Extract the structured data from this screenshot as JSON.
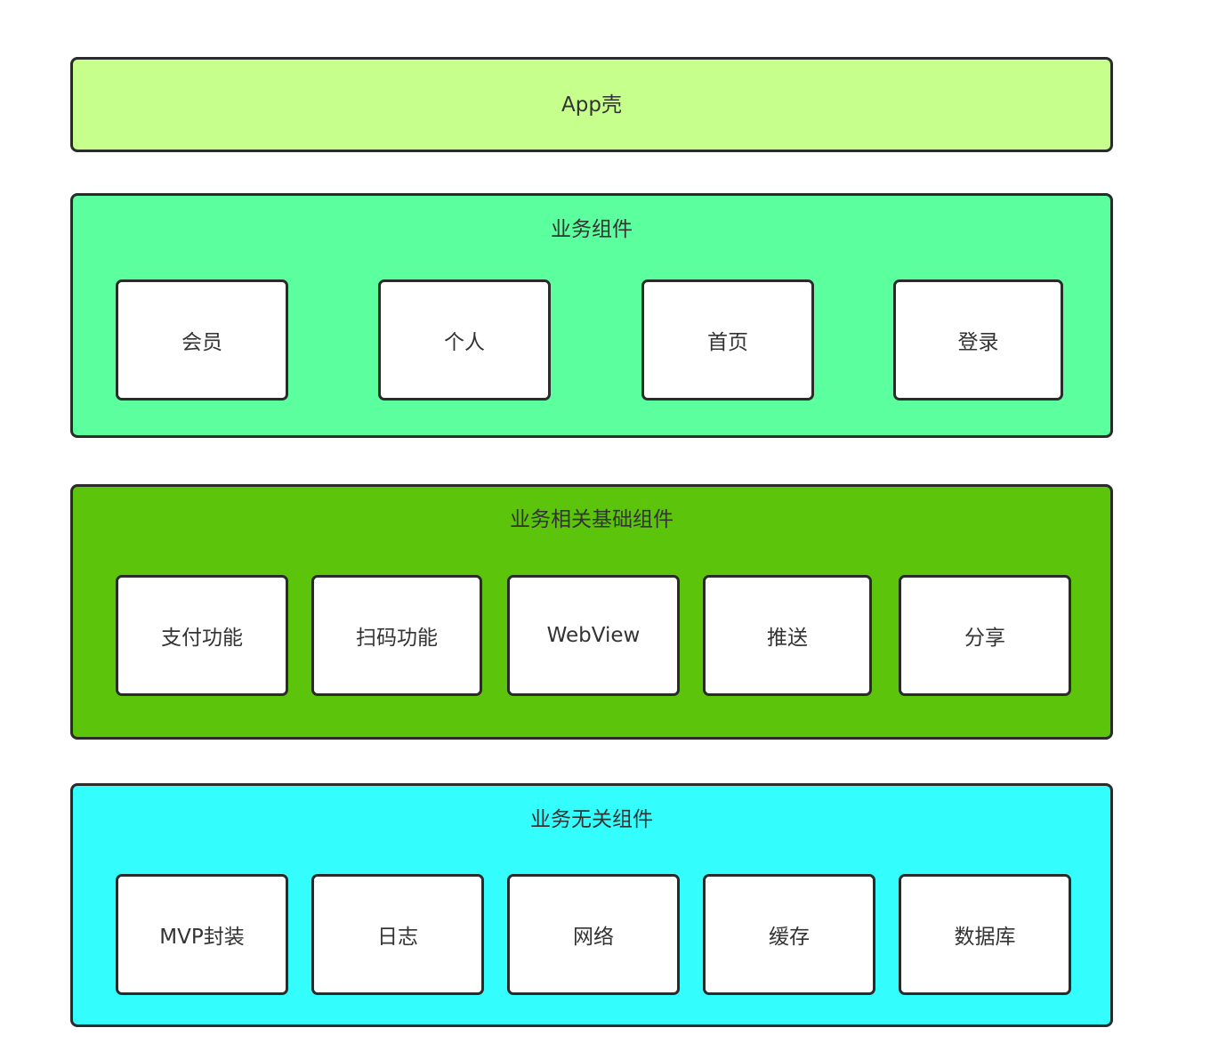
{
  "layers": {
    "app": {
      "title": "App壳",
      "color": "#c6ff8c"
    },
    "business": {
      "title": "业务组件",
      "color": "#5cff9e",
      "items": [
        "会员",
        "个人",
        "首页",
        "登录"
      ]
    },
    "biz_base": {
      "title": "业务相关基础组件",
      "color": "#5cc40a",
      "items": [
        "支付功能",
        "扫码功能",
        "WebView",
        "推送",
        "分享"
      ]
    },
    "common": {
      "title": "业务无关组件",
      "color": "#34fdfe",
      "items": [
        "MVP封装",
        "日志",
        "网络",
        "缓存",
        "数据库"
      ]
    }
  }
}
